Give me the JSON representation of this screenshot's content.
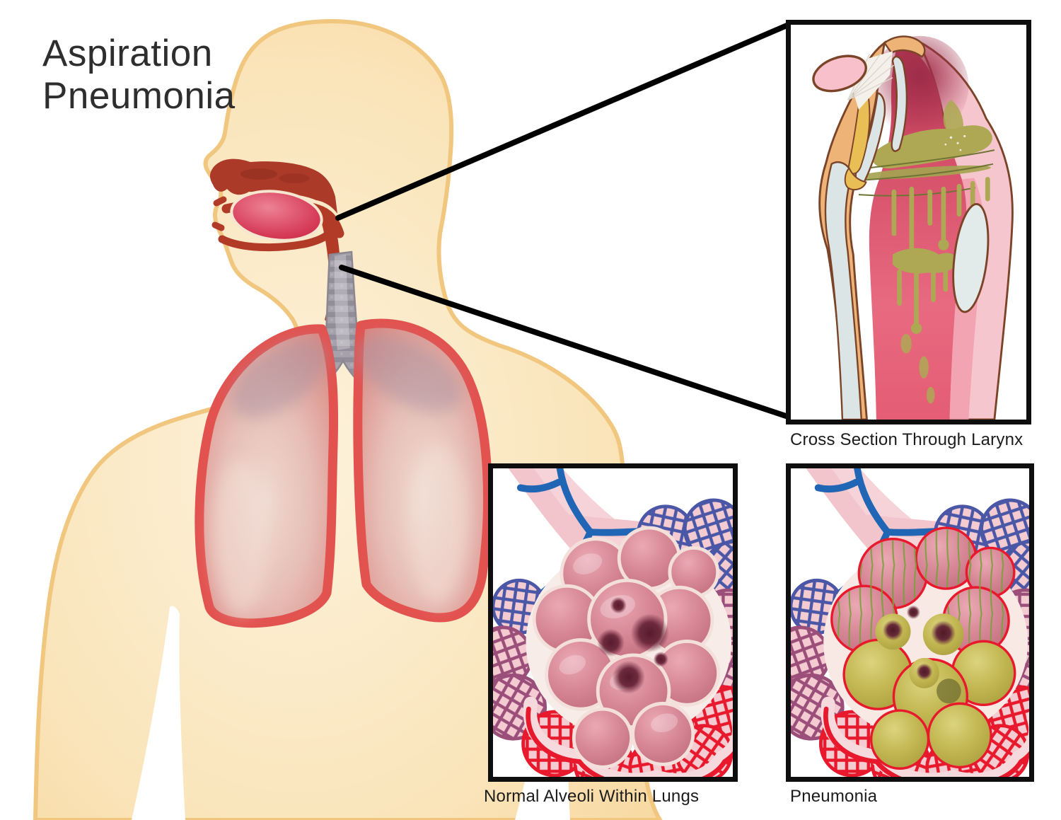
{
  "title": {
    "full": "Aspiration Pneumonia",
    "line1": "Aspiration",
    "line2": "Pneumonia"
  },
  "insets": {
    "larynx": {
      "caption": "Cross Section Through Larynx"
    },
    "normal_alveoli": {
      "caption": "Normal Alveoli Within Lungs"
    },
    "pneumonia": {
      "caption": "Pneumonia"
    }
  },
  "palette": {
    "background": "#FFFFFF",
    "title_text": "#2E2E2E",
    "caption_text": "#1C1C1C",
    "box_border": "#0E0E0E",
    "connector_line": "#000000",
    "body_skin": "#FAE5BB",
    "body_skin_edge": "#F1C67E",
    "airway_red": "#B23B27",
    "tongue_red": "#D63B57",
    "trachea_grey": "#A6A2AB",
    "lung_border_red": "#E25350",
    "lung_inner_pink": "#E7BEB6",
    "bronchiole_pink": "#F2C4CC",
    "vessel_blue": "#2166B4",
    "mesh_purple": "#4A56A6",
    "mesh_mauve": "#9A4E79",
    "mesh_red": "#E8192C",
    "alveoli_pink": "#D88A98",
    "alveoli_spot_maroon": "#571B2D",
    "pus_olive": "#C4B955",
    "larynx_lumen_pink": "#E86A80",
    "larynx_secretion_olive": "#AEA855",
    "cartilage_grey": "#DCE5E6",
    "muscle_yellow": "#E9BE55",
    "tissue_tan": "#EDB377",
    "outline_brown": "#7B4428",
    "epiglottis_pink": "#F8C0CA"
  }
}
